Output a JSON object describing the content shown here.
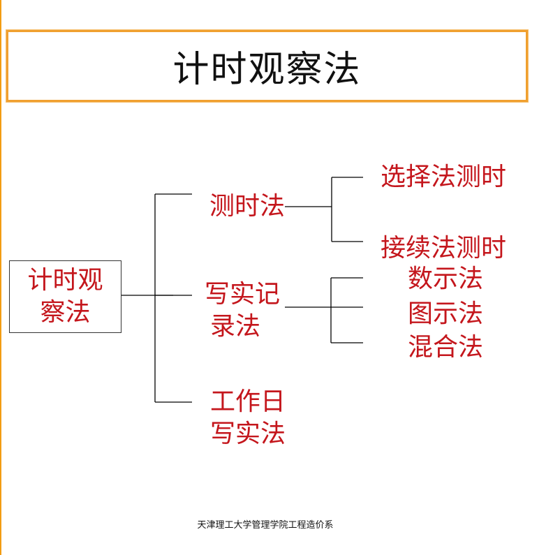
{
  "title": "计时观察法",
  "root": {
    "line1": "计时观",
    "line2": "察法"
  },
  "branches": [
    {
      "lines": [
        "测时法"
      ]
    },
    {
      "lines": [
        "写实记",
        "录法"
      ]
    },
    {
      "lines": [
        "工作日",
        "写实法"
      ]
    }
  ],
  "leaves": {
    "timing": [
      "选择法测时",
      "接续法测时"
    ],
    "recording": [
      "数示法",
      "图示法",
      "混合法"
    ]
  },
  "footer": "天津理工大学管理学院工程造价系",
  "colors": {
    "node_text": "#c4161c",
    "title_border": "#f0a030",
    "connector": "#000000"
  }
}
